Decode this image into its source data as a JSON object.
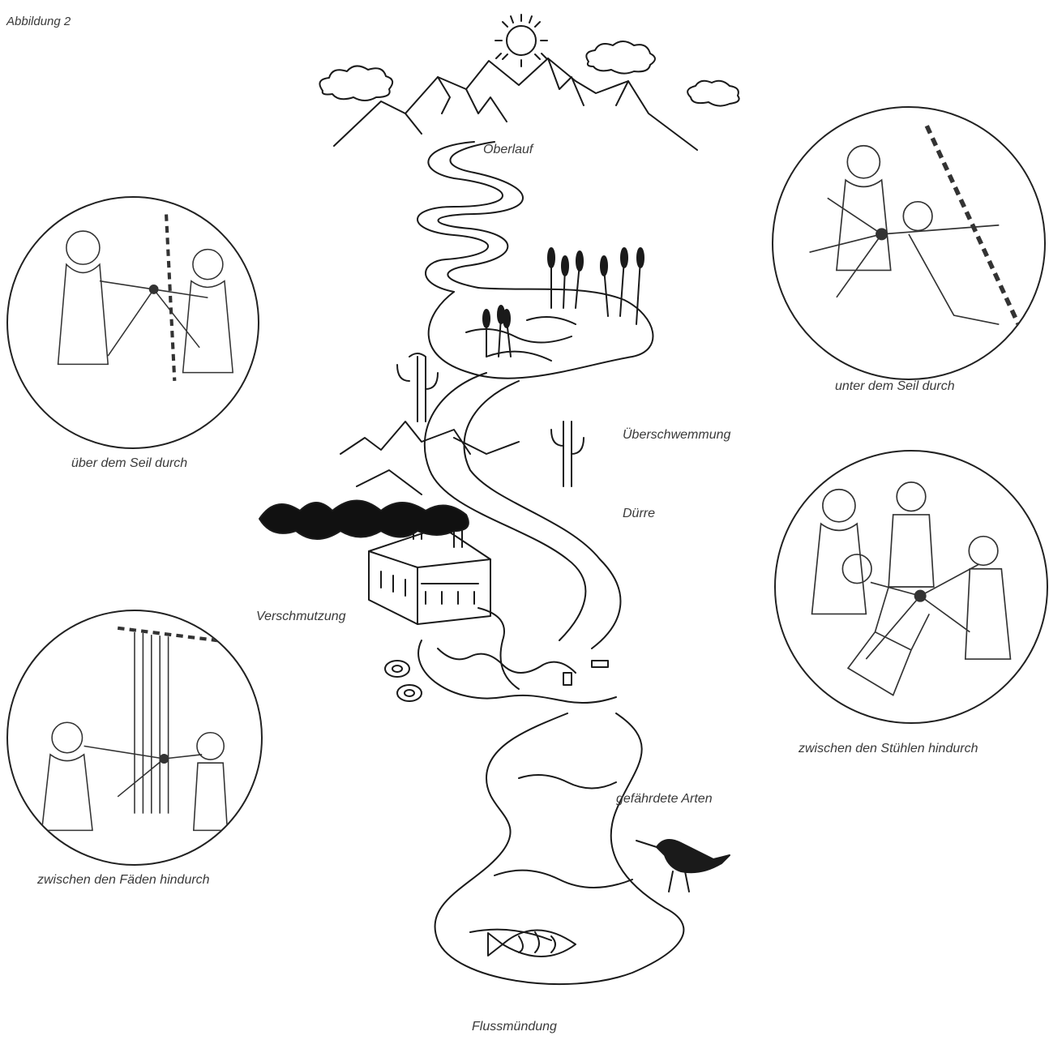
{
  "figure_label": "Abbildung 2",
  "river_labels": {
    "headwaters": "Oberlauf",
    "flood": "Überschwemmung",
    "drought": "Dürre",
    "pollution": "Verschmutzung",
    "endangered": "gefährdete Arten",
    "estuary": "Flussmündung"
  },
  "vignettes": {
    "top_left": "über dem Seil durch",
    "top_right": "unter dem Seil durch",
    "bottom_left": "zwischen den Fäden hindurch",
    "bottom_right": "zwischen den Stühlen hindurch"
  },
  "illustration_icons": [
    "sun-icon",
    "mountain-icon",
    "cloud-icon",
    "cattail-icon",
    "cactus-icon",
    "factory-icon",
    "smoke-icon",
    "tire-icon",
    "bird-icon",
    "fish-icon"
  ]
}
